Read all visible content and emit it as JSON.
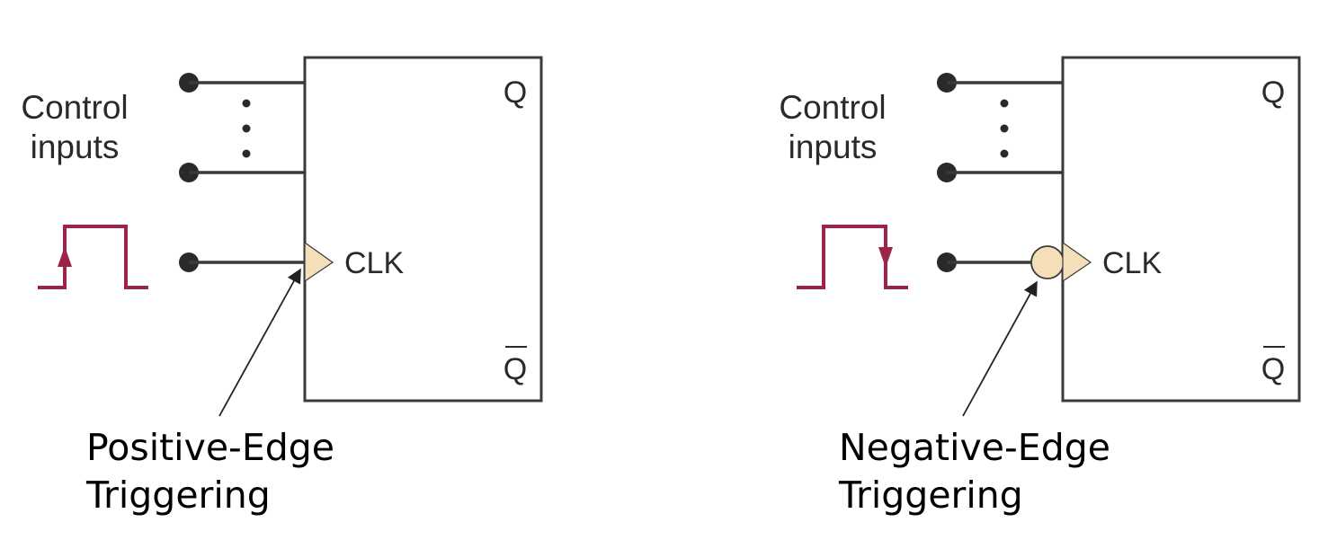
{
  "diagrams": [
    {
      "control_label_line1": "Control",
      "control_label_line2": "inputs",
      "clk_label": "CLK",
      "q_label": "Q",
      "q_bar_label": "Q",
      "caption_line1": "Positive-Edge",
      "caption_line2": "Triggering",
      "edge": "rising",
      "has_inversion_bubble": false
    },
    {
      "control_label_line1": "Control",
      "control_label_line2": "inputs",
      "clk_label": "CLK",
      "q_label": "Q",
      "q_bar_label": "Q",
      "caption_line1": "Negative-Edge",
      "caption_line2": "Triggering",
      "edge": "falling",
      "has_inversion_bubble": true
    }
  ],
  "colors": {
    "pulse": "#9b2448",
    "clk_triangle_fill": "#f5dfb8",
    "line": "#3a3a3a"
  }
}
